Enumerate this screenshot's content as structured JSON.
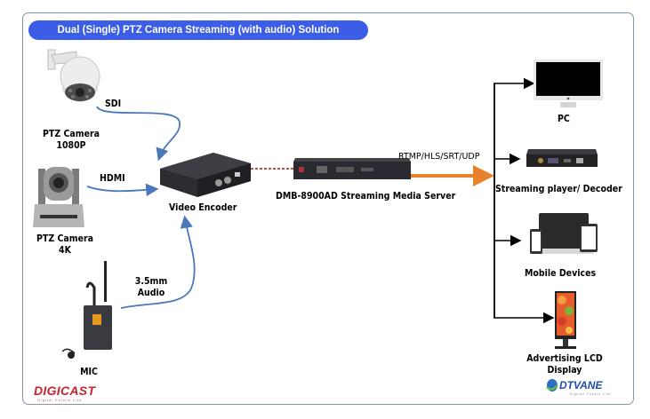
{
  "title": "Dual (Single) PTZ Camera Streaming (with audio) Solution",
  "colors": {
    "title_bg": "#3b5de7",
    "input_wire": "#4a78b8",
    "encoder_link": "#b5332e",
    "output_arrow": "#e8822a",
    "distribution_lines": "#000000",
    "frame_border": "#7f93b3"
  },
  "inputs": [
    {
      "device": "PTZ Camera",
      "spec": "1080P",
      "icon": "dome-ptz-camera-icon",
      "connection": "SDI"
    },
    {
      "device": "PTZ Camera",
      "spec": "4K",
      "icon": "ptz-camera-icon",
      "connection": "HDMI"
    },
    {
      "device": "MIC",
      "icon": "wireless-mic-icon",
      "connection_line1": "3.5mm",
      "connection_line2": "Audio"
    }
  ],
  "encoder": {
    "label": "Video Encoder",
    "icon": "video-encoder-icon"
  },
  "server": {
    "label": "DMB-8900AD Streaming Media Server",
    "icon": "rack-server-icon",
    "protocols": "RTMP/HLS/SRT/UDP"
  },
  "outputs": [
    {
      "label": "PC",
      "icon": "monitor-icon"
    },
    {
      "label": "Streaming player/ Decoder",
      "icon": "decoder-box-icon"
    },
    {
      "label": "Mobile Devices",
      "icon": "mobile-devices-icon"
    },
    {
      "label_line1": "Advertising LCD",
      "label_line2": "Display",
      "icon": "lcd-kiosk-icon"
    }
  ],
  "logos": {
    "left": {
      "name": "DIGICAST",
      "tagline": "Digital Future Life"
    },
    "right": {
      "name": "DTVANE",
      "tagline": "Digital Future Life"
    }
  }
}
